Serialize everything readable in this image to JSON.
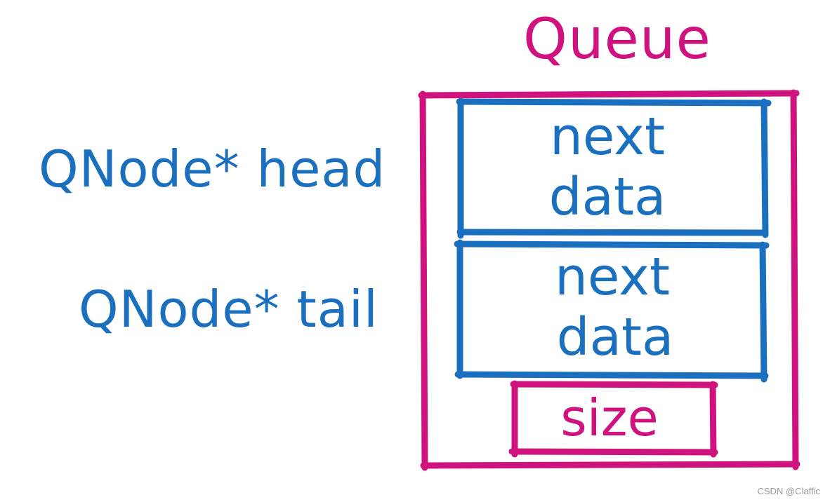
{
  "title": "Queue",
  "left_labels": {
    "head": "QNode* head",
    "tail": "QNode* tail"
  },
  "nodes": [
    {
      "field1": "next",
      "field2": "data"
    },
    {
      "field1": "next",
      "field2": "data"
    }
  ],
  "size_field": "size",
  "watermark": "CSDN @Claffic",
  "colors": {
    "queue": "#d0127e",
    "node": "#1a6fbf"
  }
}
